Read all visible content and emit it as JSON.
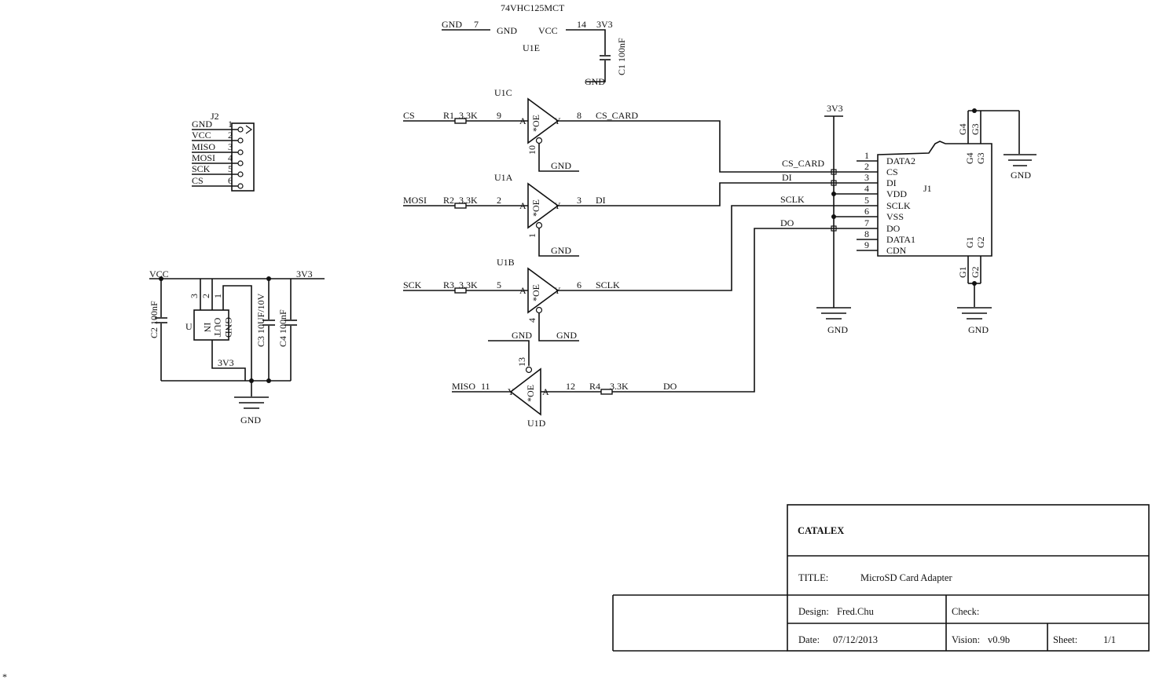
{
  "u1e": {
    "part": "74VHC125MCT",
    "ref": "U1E",
    "gnd_net": "GND",
    "gnd_pin": "7",
    "gnd_label": "GND",
    "vcc_label": "VCC",
    "vcc_pin": "14",
    "v3v3_net": "3V3",
    "c1": "C1 100nF",
    "gnd_bottom": "GND"
  },
  "j2": {
    "ref": "J2",
    "pins": [
      {
        "label": "GND",
        "num": "1"
      },
      {
        "label": "VCC",
        "num": "2"
      },
      {
        "label": "MISO",
        "num": "3"
      },
      {
        "label": "MOSI",
        "num": "4"
      },
      {
        "label": "SCK",
        "num": "5"
      },
      {
        "label": "CS",
        "num": "6"
      }
    ]
  },
  "regulator": {
    "vcc": "VCC",
    "v3v3": "3V3",
    "ref": "U",
    "pin_in": "IN",
    "pin_out": "OUT",
    "pin_gnd": "GND",
    "pin3": "3",
    "pin2": "2",
    "pin1": "1",
    "c2": "C2 100nF",
    "c3": "C3 10UF/10V",
    "c4": "C4 100nF",
    "out_label": "3V3",
    "gnd": "GND"
  },
  "buffers": {
    "u1c": {
      "ref": "U1C",
      "in_net": "CS",
      "res": "R1",
      "val": "3.3K",
      "pin_a": "9",
      "pin_oe": "10",
      "pin_y": "8",
      "out_net": "CS_CARD",
      "gnd": "GND"
    },
    "u1a": {
      "ref": "U1A",
      "in_net": "MOSI",
      "res": "R2",
      "val": "3.3K",
      "pin_a": "2",
      "pin_oe": "1",
      "pin_y": "3",
      "out_net": "DI",
      "gnd": "GND"
    },
    "u1b": {
      "ref": "U1B",
      "in_net": "SCK",
      "res": "R3",
      "val": "3.3K",
      "pin_a": "5",
      "pin_oe": "4",
      "pin_y": "6",
      "out_net": "SCLK",
      "gnd": "GND"
    },
    "u1d": {
      "ref": "U1D",
      "out_net": "MISO",
      "pin_y": "11",
      "pin_a": "12",
      "pin_oe": "13",
      "res": "R4",
      "val": "3.3K",
      "in_net": "DO",
      "gnd": "GND"
    },
    "letter_a": "A",
    "letter_y": "Y",
    "oe": "*OE"
  },
  "j1": {
    "ref": "J1",
    "v3v3": "3V3",
    "gnd_left": "GND",
    "gnd_right_top": "GND",
    "gnd_right_bottom": "GND",
    "net_cs_card": "CS_CARD",
    "net_di": "DI",
    "net_sclk": "SCLK",
    "net_do": "DO",
    "pins": [
      {
        "num": "1",
        "name": "DATA2"
      },
      {
        "num": "2",
        "name": "CS"
      },
      {
        "num": "3",
        "name": "DI"
      },
      {
        "num": "4",
        "name": "VDD"
      },
      {
        "num": "5",
        "name": "SCLK"
      },
      {
        "num": "6",
        "name": "VSS"
      },
      {
        "num": "7",
        "name": "DO"
      },
      {
        "num": "8",
        "name": "DATA1"
      },
      {
        "num": "9",
        "name": "CDN"
      }
    ],
    "shield": {
      "g1": "G1",
      "g2": "G2",
      "g3": "G3",
      "g4": "G4"
    }
  },
  "title_block": {
    "company": "CATALEX",
    "title_label": "TITLE:",
    "title": "MicroSD Card Adapter",
    "design_label": "Design:",
    "designer": "Fred.Chu",
    "check_label": "Check:",
    "date_label": "Date:",
    "date": "07/12/2013",
    "vision_label": "Vision:",
    "vision": "v0.9b",
    "sheet_label": "Sheet:",
    "sheet": "1/1"
  },
  "corner_mark": "*"
}
